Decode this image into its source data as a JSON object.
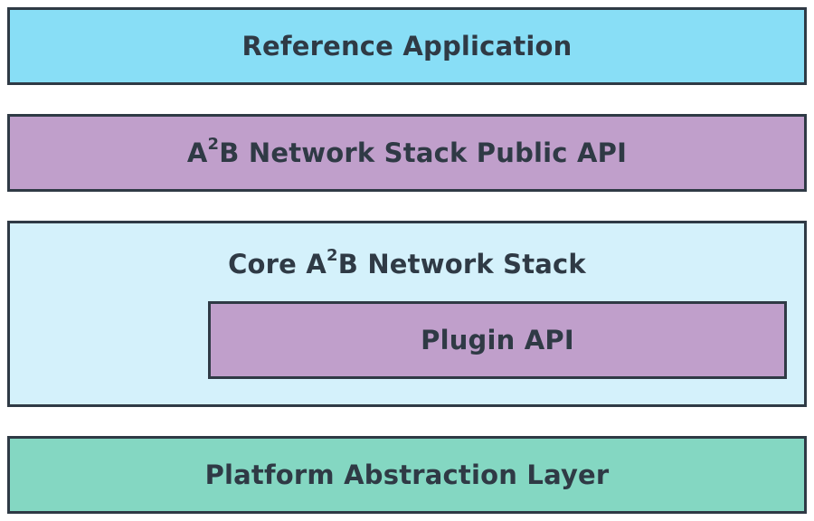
{
  "layers": {
    "reference_application": "Reference Application",
    "public_api": {
      "prefix": "A",
      "superscript": "2",
      "suffix": "B Network Stack Public API"
    },
    "core_stack": {
      "prefix": "Core A",
      "superscript": "2",
      "suffix": "B Network Stack"
    },
    "plugin_api": "Plugin API",
    "platform_abstraction_layer": "Platform Abstraction Layer"
  },
  "colors": {
    "reference_application": "#88def6",
    "public_api": "#c09fcb",
    "core_stack": "#d4f1fb",
    "plugin_api": "#c09fcb",
    "platform_abstraction_layer": "#84d7c2",
    "border": "#2f3a45"
  }
}
